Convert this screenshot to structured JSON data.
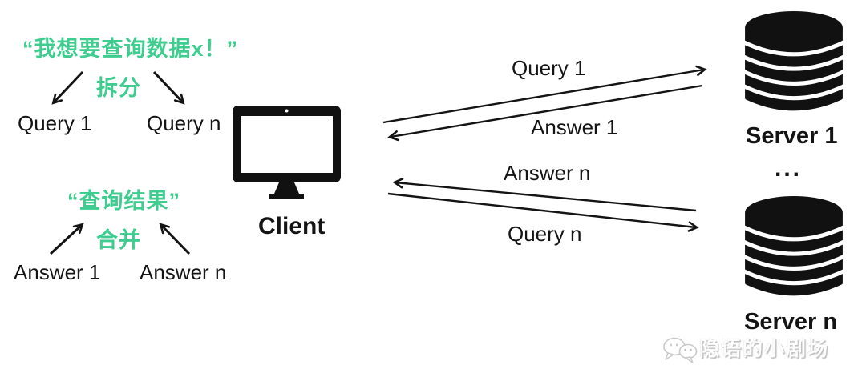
{
  "colors": {
    "accent_green": "#3ECD8E",
    "ink": "#141414",
    "watermark_gray": "#c6c6c6"
  },
  "client_side": {
    "request_text": "“我想要查询数据x！”",
    "split_label": "拆分",
    "split_query_1": "Query 1",
    "split_query_n": "Query n",
    "result_text": "“查询结果”",
    "merge_label": "合并",
    "merge_answer_1": "Answer 1",
    "merge_answer_n": "Answer n",
    "client_label": "Client",
    "client_icon": "desktop-monitor-icon"
  },
  "channel": {
    "query_1_label": "Query 1",
    "answer_1_label": "Answer 1",
    "answer_n_label": "Answer n",
    "query_n_label": "Query n"
  },
  "server_side": {
    "server_1_label": "Server 1",
    "ellipsis": "...",
    "server_n_label": "Server n",
    "server_icon": "database-stack-icon"
  },
  "watermark": {
    "text": "隐语的小剧场",
    "icon": "wechat-chat-bubbles-icon"
  }
}
